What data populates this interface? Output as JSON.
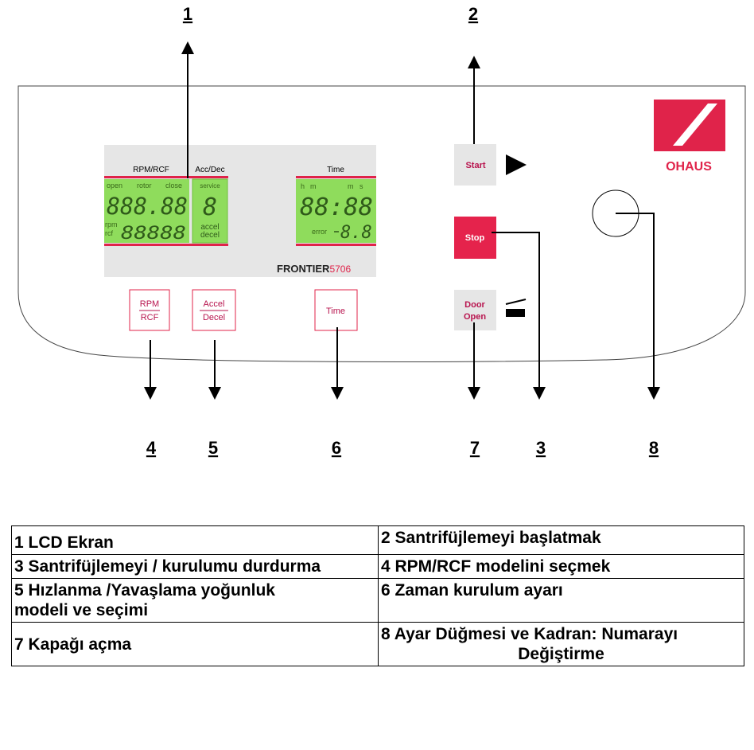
{
  "callouts": {
    "n1": "1",
    "n2": "2",
    "n3": "3",
    "n4": "4",
    "n5": "5",
    "n6": "6",
    "n7": "7",
    "n8": "8"
  },
  "panel": {
    "lcd": {
      "rpm_rcf_header": "RPM/RCF",
      "acc_dec_header": "Acc/Dec",
      "time_header": "Time",
      "open": "open",
      "rotor": "rotor",
      "close": "close",
      "service": "service",
      "rpm_digits": "888.88",
      "rcf_digits": "88888",
      "rpm_unit": "rpm",
      "rcf_unit": "rcf",
      "accel_digit": "8",
      "accel": "accel",
      "decel": "decel",
      "h": "h",
      "m": "m",
      "m2": "m",
      "s": "s",
      "time_digits": "88:88",
      "error_label": "error",
      "error_digits": "8.8",
      "model_brand": "FRONTIER",
      "model_number": "5706"
    },
    "buttons": {
      "rpm_top": "RPM",
      "rpm_bottom": "RCF",
      "accel_top": "Accel",
      "accel_bottom": "Decel",
      "time": "Time",
      "start": "Start",
      "stop": "Stop",
      "door_top": "Door",
      "door_bottom": "Open"
    },
    "logo_text": "OHAUS",
    "colors": {
      "lcd_green": "#8fdc5c",
      "accent_red": "#e0234a",
      "stop_red": "#e5234c",
      "button_gray": "#e6e6e6",
      "label_magenta": "#b8144e"
    }
  },
  "legend": {
    "r1c1": "1 LCD Ekran",
    "r1c2": "2 Santrifüjlemeyi başlatmak",
    "r2c1": "3 Santrifüjlemeyi / kurulumu durdurma",
    "r2c2": "4 RPM/RCF modelini seçmek",
    "r3c1_l1": "5 Hızlanma /Yavaşlama yoğunluk",
    "r3c1_l2": "modeli ve seçimi",
    "r3c2": "6 Zaman kurulum ayarı",
    "r4c1": "7 Kapağı açma",
    "r4c2_l1": "8 Ayar Düğmesi ve Kadran: Numarayı",
    "r4c2_l2": "Değiştirme"
  }
}
